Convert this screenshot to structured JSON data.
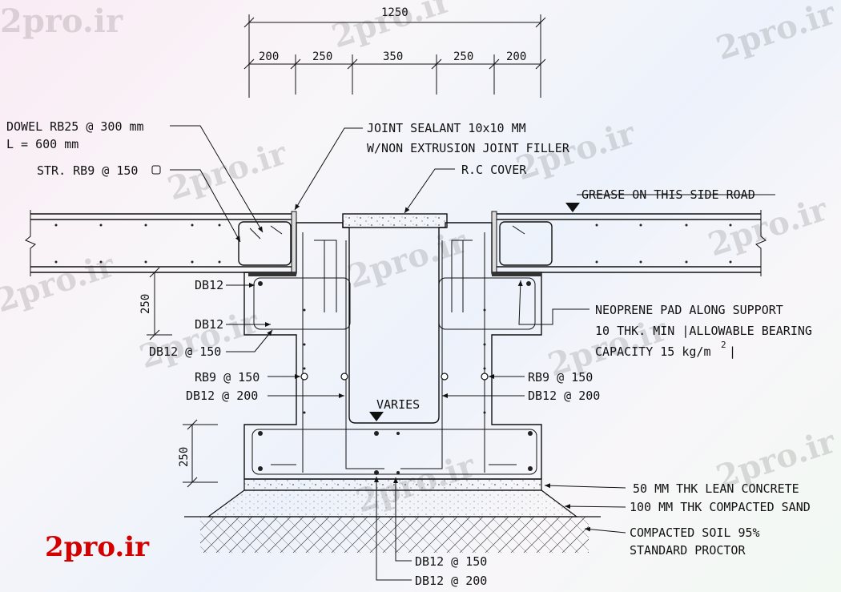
{
  "watermark": {
    "text": "2pro.ir",
    "brand_color": "#d40000"
  },
  "dimensions": {
    "overall": "1250",
    "segments": [
      "200",
      "250",
      "350",
      "250",
      "200"
    ],
    "vertical_top": "250",
    "vertical_bottom": "250"
  },
  "labels": {
    "dowel_line1": "DOWEL RB25 @ 300 mm",
    "dowel_line2": "L = 600 mm",
    "stirrup": "STR. RB9 @ 150",
    "joint_line1": "JOINT SEALANT 10x10 MM",
    "joint_line2": "W/NON EXTRUSION JOINT FILLER",
    "rc_cover": "R.C COVER",
    "grease": "GREASE ON THIS SIDE ROAD",
    "db12_a": "DB12",
    "db12_b": "DB12",
    "db12_150_left": "DB12 @ 150",
    "rb9_left": "RB9 @ 150",
    "db12_200_left": "DB12 @ 200",
    "rb9_right": "RB9 @ 150",
    "db12_200_right": "DB12 @ 200",
    "varies": "VARIES",
    "neoprene_line1": "NEOPRENE PAD ALONG SUPPORT",
    "neoprene_line2": "10 THK. MIN |ALLOWABLE BEARING",
    "neoprene_line3": "CAPACITY 15 kg/m",
    "neoprene_sup": "2",
    "neoprene_end": "|",
    "lean": "50 MM THK LEAN CONCRETE",
    "sand": "100 MM THK COMPACTED SAND",
    "soil_line1": "COMPACTED SOIL 95%",
    "soil_line2": "STANDARD PROCTOR",
    "db12_150_bottom": "DB12 @ 150",
    "db12_200_bottom": "DB12 @ 200"
  }
}
